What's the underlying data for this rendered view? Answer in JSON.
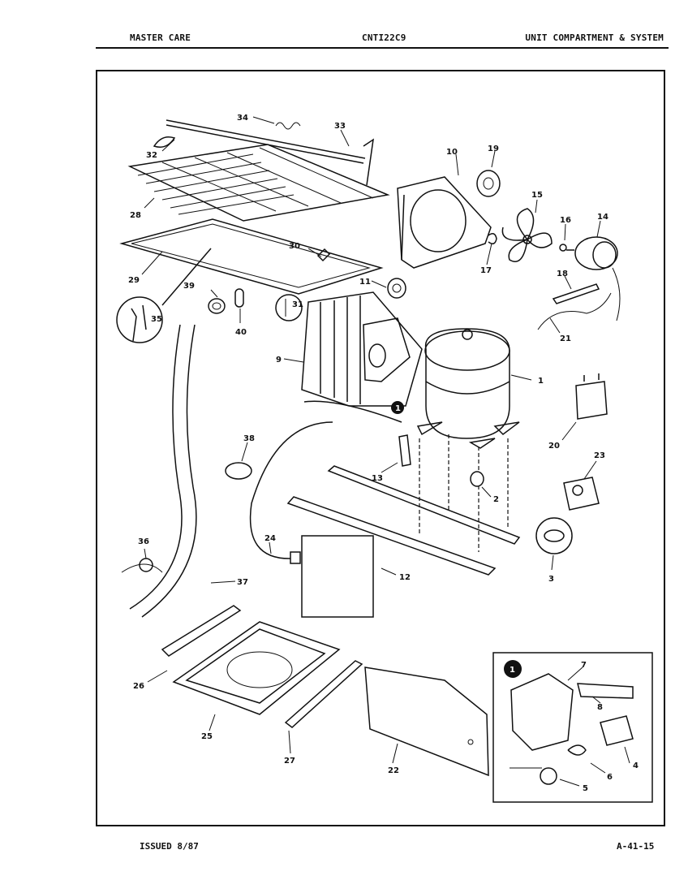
{
  "header": {
    "left": "MASTER CARE",
    "center": "CNTI22C9",
    "right": "UNIT COMPARTMENT & SYSTEM"
  },
  "footer": {
    "issued": "ISSUED 8/87",
    "page": "A-41-15"
  },
  "inset": {
    "marker": "1"
  },
  "callouts": {
    "c1": "1",
    "c2": "2",
    "c3": "3",
    "c4": "4",
    "c5": "5",
    "c6": "6",
    "c7": "7",
    "c8": "8",
    "c9": "9",
    "c10": "10",
    "c11": "11",
    "c12": "12",
    "c13": "13",
    "c14": "14",
    "c15": "15",
    "c16": "16",
    "c17": "17",
    "c18": "18",
    "c19": "19",
    "c20": "20",
    "c21": "21",
    "c22": "22",
    "c23": "23",
    "c24": "24",
    "c25": "25",
    "c26": "26",
    "c27": "27",
    "c28": "28",
    "c29": "29",
    "c30": "30",
    "c31": "31",
    "c32": "32",
    "c33": "33",
    "c34": "34",
    "c35": "35",
    "c36": "36",
    "c37": "37",
    "c38": "38",
    "c39": "39",
    "c40": "40"
  }
}
